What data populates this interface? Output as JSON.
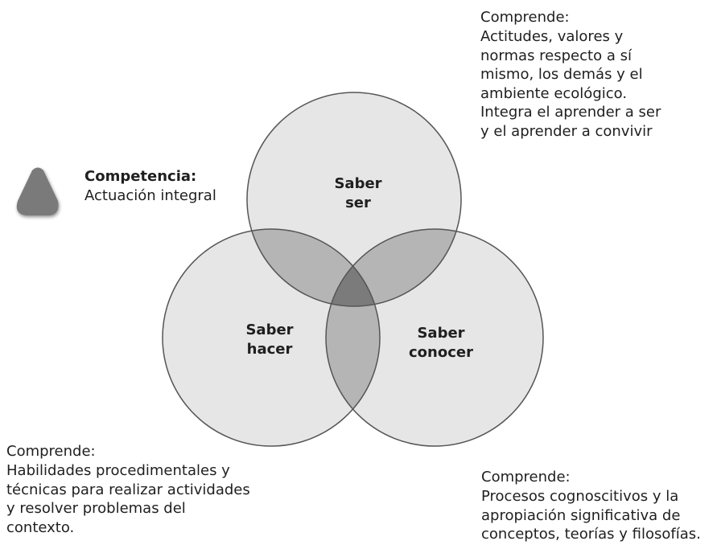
{
  "circles": {
    "ser": {
      "label": "Saber\nser"
    },
    "hacer": {
      "label": "Saber\nhacer"
    },
    "conocer": {
      "label": "Saber\nconocer"
    }
  },
  "legend": {
    "icon": "rounded-triangle-icon",
    "title": "Competencia:",
    "text": "Actuación integral"
  },
  "descriptions": {
    "ser": {
      "heading": "Comprende:",
      "body": "Actitudes, valores y\nnormas respecto a sí\nmismo, los demás y el\nambiente ecológico.\nIntegra el aprender a ser\ny el aprender a convivir"
    },
    "hacer": {
      "heading": "Comprende:",
      "body": "Habilidades procedimentales y\ntécnicas para realizar actividades\ny resolver problemas del\ncontexto."
    },
    "conocer": {
      "heading": "Comprende:",
      "body": "Procesos cognoscitivos y la\napropiación significativa de\nconceptos, teorías y filosofías."
    }
  },
  "colors": {
    "circle_fill": "#e6e6e6",
    "circle_stroke": "#555555",
    "pair_overlap": "#b5b5b5",
    "center_overlap": "#7b7b7b",
    "triangle": "#7a7a7a"
  }
}
